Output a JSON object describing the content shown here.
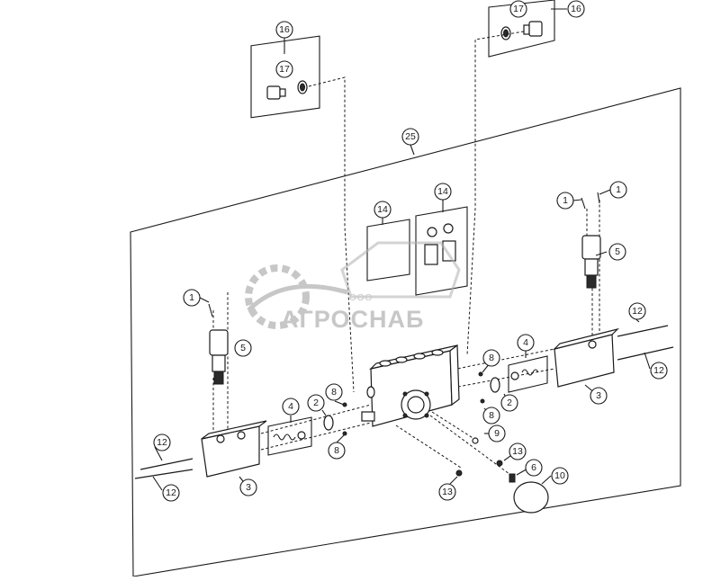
{
  "watermark": {
    "company_prefix": "ООО",
    "company_name": "АГРОСНАБ"
  },
  "callouts": [
    {
      "id": "c16a",
      "label": "16"
    },
    {
      "id": "c17a",
      "label": "17"
    },
    {
      "id": "c16b",
      "label": "16"
    },
    {
      "id": "c17b",
      "label": "17"
    },
    {
      "id": "c25",
      "label": "25"
    },
    {
      "id": "c14a",
      "label": "14"
    },
    {
      "id": "c14b",
      "label": "14"
    },
    {
      "id": "c1a",
      "label": "1"
    },
    {
      "id": "c1b",
      "label": "1"
    },
    {
      "id": "c1c",
      "label": "1"
    },
    {
      "id": "c5a",
      "label": "5"
    },
    {
      "id": "c5b",
      "label": "5"
    },
    {
      "id": "c12a",
      "label": "12"
    },
    {
      "id": "c12b",
      "label": "12"
    },
    {
      "id": "c12c",
      "label": "12"
    },
    {
      "id": "c12d",
      "label": "12"
    },
    {
      "id": "c3a",
      "label": "3"
    },
    {
      "id": "c3b",
      "label": "3"
    },
    {
      "id": "c4a",
      "label": "4"
    },
    {
      "id": "c4b",
      "label": "4"
    },
    {
      "id": "c2a",
      "label": "2"
    },
    {
      "id": "c2b",
      "label": "2"
    },
    {
      "id": "c8a",
      "label": "8"
    },
    {
      "id": "c8b",
      "label": "8"
    },
    {
      "id": "c8c",
      "label": "8"
    },
    {
      "id": "c8d",
      "label": "8"
    },
    {
      "id": "c9",
      "label": "9"
    },
    {
      "id": "c13a",
      "label": "13"
    },
    {
      "id": "c13b",
      "label": "13"
    },
    {
      "id": "c6",
      "label": "6"
    },
    {
      "id": "c10",
      "label": "10"
    }
  ]
}
